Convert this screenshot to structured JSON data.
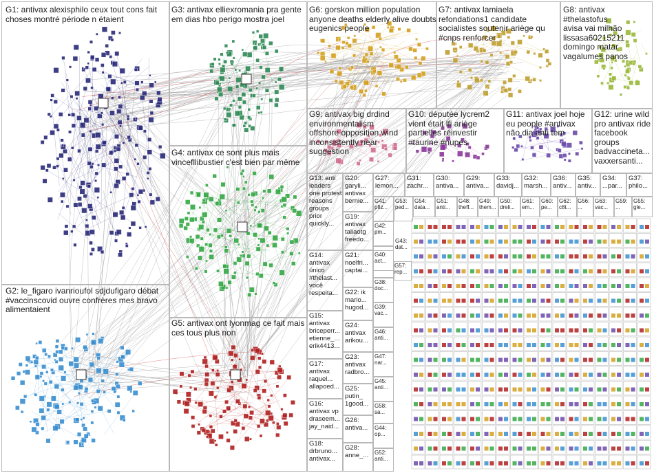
{
  "groups": {
    "g1": "G1: antivax alexisphilo ceux tout cons fait choses montré période n étaient",
    "g2": "G2: le_figaro ivanrioufol sdjdufigaro débat #vaccinscovid ouvre confrères mes bravo alimentaient",
    "g3": "G3: antivax elliexromania pra gente em dias hbo perigo mostra joel",
    "g4": "G4: antivax ce sont plus mais vincefllibustier c'est bien par même",
    "g5": "G5: antivax ont lyonmag ce fait mais ces tous plus non",
    "g6": "G6: gorskon million population anyone deaths elderly alive doubts eugenics people",
    "g7": "G7: antivax lamiaela refondations1 candidate socialistes soutenir ariège qu #cnps renforcer",
    "g8": "G8: antivax #thelastofus avisa vai milhão lissasa60215211 domingo matar vagalumes panos",
    "g9": "G9: antivax big drdind environmentalism offshore opposition wind inconsistently near suggestion",
    "g10": "G10: députée lycrem2 vient était lfi ariège partielles réinvestir #taurine #nupes",
    "g11": "G11: antivax joel hoje eu people #antivax não dia anti tem",
    "g12": "G12: urine wild pro antivax ride facebook groups badvaccineta... vaxxersanti...",
    "g13": "G13: anti leaders one protest reasons groups prior quickly...",
    "g14": "G14: antivax único #thelast... você respeita...",
    "g15": "G15: antivax briceperr... etienne_... erik4413...",
    "g16": "G16: antivax vp draseem... jay_naid...",
    "g17": "G17: antivax raquel... allapoed...",
    "g18": "G18: drbruno... antivax...",
    "g19": "G19: antivax taliaotg freedo...",
    "g20": "G20: garyli... antivax bernie...",
    "g21": "G21: noelfri... captai...",
    "g22": "G22: ik mario... hugod...",
    "g23": "G23: antivax radbro...",
    "g24": "G24: antivax arikou...",
    "g25": "G25: putin_ 1good...",
    "g26": "G26: antiva...",
    "g27": "G27: lemon...",
    "g28": "G28: anne_...",
    "g29": "G29: antiva...",
    "g30": "G30: antiva...",
    "g31": "G31: zachr...",
    "g32": "G32: marsh...",
    "g33": "G33: davidj...",
    "g34": "G34: ...par...",
    "g35": "G35: antiv...",
    "g36": "G36: antiv...",
    "g37": "G37: philo...",
    "g38": "G38: doc...",
    "g39": "G39: vac...",
    "g40": "G40: act...",
    "g41": "G41: pfiz...",
    "g42": "G42: pm...",
    "g43": "G43: dat...",
    "g44": "G44: op...",
    "g45": "G45: anti...",
    "g46": "G46: anti...",
    "g47": "G47: nar...",
    "g48": "G48: theff...",
    "g49": "G49: them...",
    "g50": "G50: dreli...",
    "g51": "G51: anti...",
    "g52": "G52: anti...",
    "g53": "G53: ped...",
    "g54": "G54: data...",
    "g55": "G55: gle...",
    "g56": "G56: ...",
    "g57": "G57: rep...",
    "g58": "G58: sa...",
    "g59": "G59: ...",
    "g60": "G60: pe...",
    "g61": "G61: em...",
    "g62": "G62: c8t...",
    "g63": "G63: vac..."
  },
  "colors": {
    "g1": "#2a2a7a",
    "g2": "#3a8fd0",
    "g3": "#2f8a56",
    "g4": "#35a845",
    "g5": "#b02020",
    "g6": "#d4a020",
    "g7": "#c0a030",
    "g8": "#9ab83a",
    "g9": "#d07090",
    "g10": "#8a3a9a",
    "g11": "#6a4aaa",
    "g12": "#7a7a7a",
    "edge": "#8a8a8a",
    "edge_red": "#d02020"
  }
}
